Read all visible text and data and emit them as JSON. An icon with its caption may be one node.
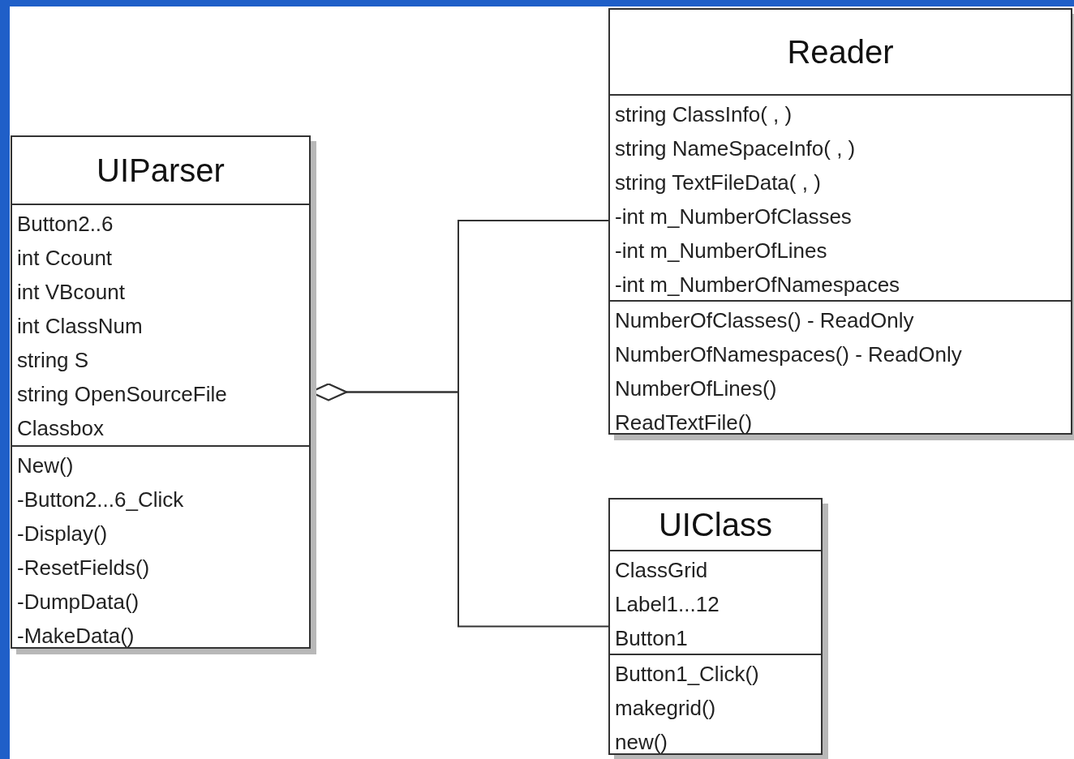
{
  "diagram": {
    "nodes": [
      {
        "text": [
          "UIParser"
        ]
      },
      {
        "text": [
          "Button2..6",
          "int Ccount",
          "int VBcount",
          "int ClassNum",
          "string S",
          "string OpenSourceFile",
          "Classbox"
        ],
        "in": 0
      },
      {
        "text": [
          "New()",
          "-Button2...6_Click",
          "-Display()",
          "-ResetFields()",
          "-DumpData()",
          "-MakeData()"
        ],
        "in": 0
      },
      {
        "text": [
          "Reader"
        ]
      },
      {
        "text": [
          "string ClassInfo( , )",
          "string NameSpaceInfo( , )",
          "string TextFileData( , )",
          "-int m_NumberOfClasses",
          "-int m_NumberOfLines",
          "-int m_NumberOfNamespaces"
        ],
        "in": 3
      },
      {
        "text": [
          "NumberOfClasses() - ReadOnly",
          "NumberOfNamespaces() - ReadOnly",
          "NumberOfLines()",
          "ReadTextFile()"
        ],
        "in": 3
      },
      {
        "text": [
          "UIClass"
        ]
      },
      {
        "text": [
          "ClassGrid",
          "Label1...12",
          "Button1"
        ],
        "in": 6
      },
      {
        "text": [
          "Button1_Click()",
          "makegrid()",
          "new()"
        ],
        "in": 6
      }
    ],
    "edges": [
      {
        "from": 0,
        "to": 3,
        "arrow": "other"
      },
      {
        "from": 0,
        "to": 6,
        "arrow": "other"
      }
    ]
  }
}
